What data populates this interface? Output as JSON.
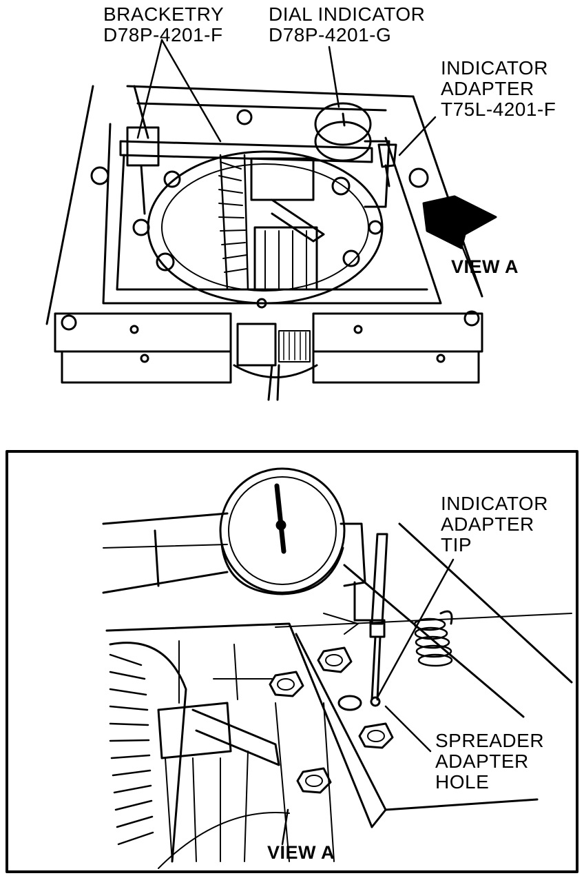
{
  "top_view": {
    "labels": {
      "bracketry": {
        "line1": "BRACKETRY",
        "line2": "D78P-4201-F"
      },
      "dial_indicator": {
        "line1": "DIAL INDICATOR",
        "line2": "D78P-4201-G"
      },
      "indicator_adapter": {
        "line1": "INDICATOR",
        "line2": "ADAPTER",
        "line3": "T75L-4201-F"
      },
      "view_a": "VIEW A"
    }
  },
  "detail_view": {
    "labels": {
      "adapter_tip": {
        "line1": "INDICATOR",
        "line2": "ADAPTER",
        "line3": "TIP"
      },
      "spreader_hole": {
        "line1": "SPREADER",
        "line2": "ADAPTER",
        "line3": "HOLE"
      },
      "view_a": "VIEW A"
    }
  },
  "colors": {
    "ink": "#000000",
    "paper": "#ffffff"
  }
}
